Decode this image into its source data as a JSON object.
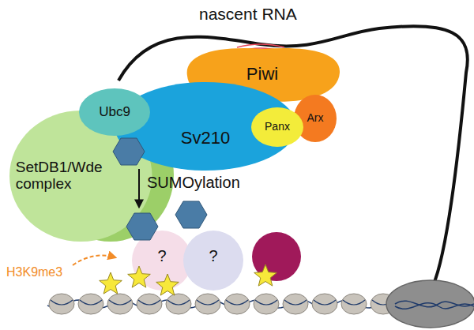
{
  "diagram": {
    "nodes": [
      {
        "text": [
          "Piwi"
        ]
      },
      {
        "text": [
          "Ubc9"
        ]
      },
      {
        "text": [
          "Sv210"
        ]
      },
      {
        "text": [
          "Panx"
        ]
      },
      {
        "text": [
          "Arx"
        ]
      },
      {
        "text": [
          "SetDB1/Wde complex"
        ]
      },
      {
        "text": [
          "?"
        ]
      },
      {
        "text": [
          "?"
        ]
      }
    ],
    "labels": [
      "nascent RNA",
      "SUMOylation",
      "H3K9me3"
    ]
  }
}
